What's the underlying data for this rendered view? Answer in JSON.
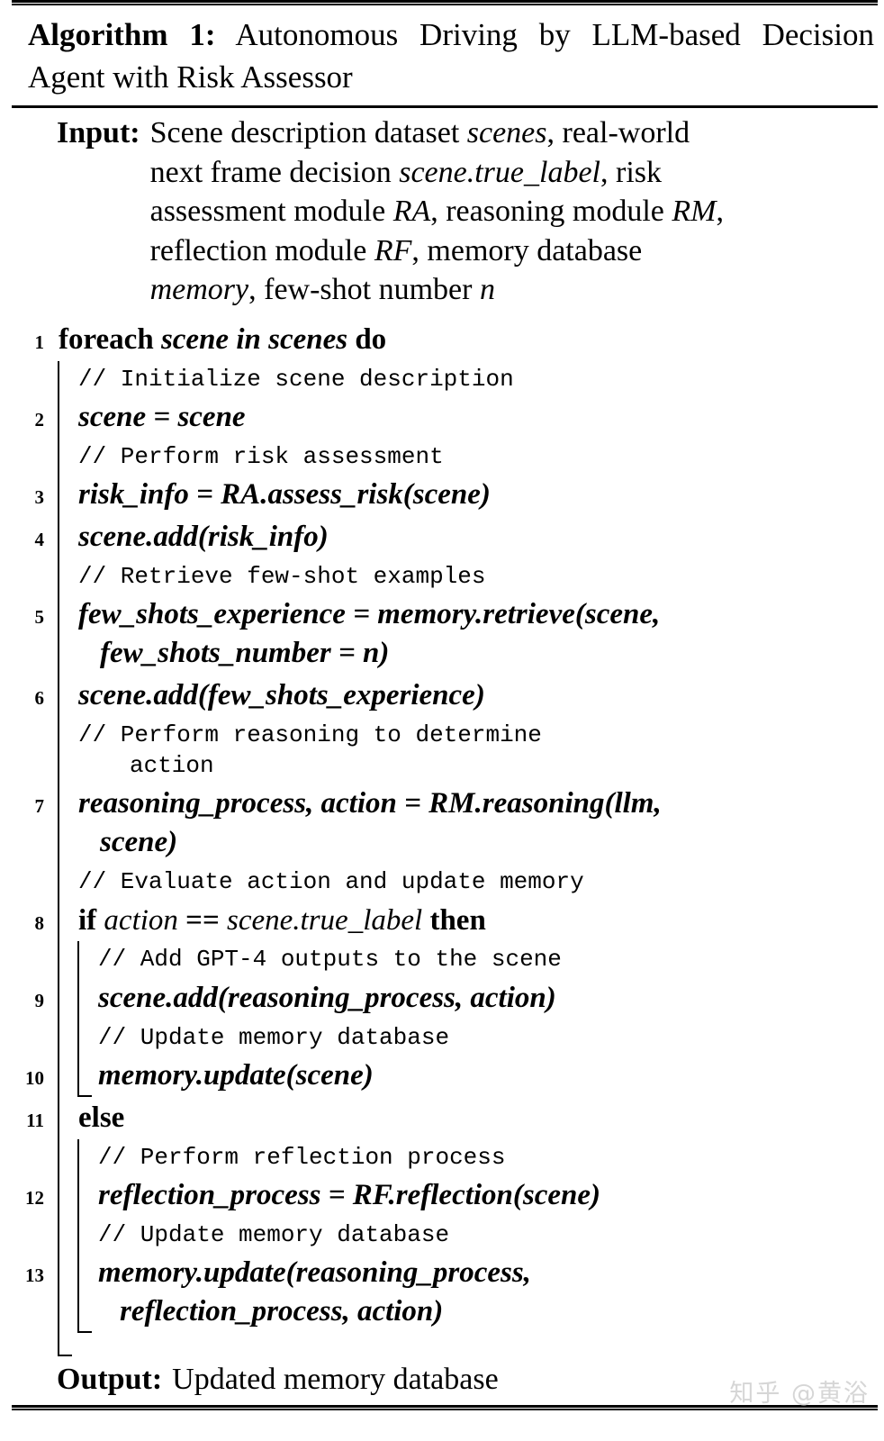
{
  "algorithm": {
    "caption_keyword": "Algorithm 1:",
    "caption_title": "Autonomous Driving by LLM-based Decision Agent with Risk Assessor",
    "input_label": "Input:",
    "input_lines": [
      "Scene description dataset scenes, real-world",
      "next frame decision scene.true_label, risk",
      "assessment module RA, reasoning module RM,",
      "reflection module RF, memory database",
      "memory, few-shot number n"
    ],
    "output_label": "Output:",
    "output_text": "Updated memory database",
    "steps": [
      {
        "no": "",
        "kind": "code",
        "indent": 0,
        "text": "foreach scene in scenes do",
        "keywords": [
          "foreach",
          "do"
        ]
      },
      {
        "no": "1",
        "kind": "code",
        "indent": 0,
        "text": "foreach scene in scenes do"
      },
      {
        "no": "",
        "kind": "comment",
        "indent": 1,
        "text": "// Initialize scene description"
      },
      {
        "no": "2",
        "kind": "code",
        "indent": 1,
        "text": "scene = scene"
      },
      {
        "no": "",
        "kind": "comment",
        "indent": 1,
        "text": "// Perform risk assessment"
      },
      {
        "no": "3",
        "kind": "code",
        "indent": 1,
        "text": "risk_info = RA.assess_risk(scene)"
      },
      {
        "no": "4",
        "kind": "code",
        "indent": 1,
        "text": "scene.add(risk_info)"
      },
      {
        "no": "",
        "kind": "comment",
        "indent": 1,
        "text": "// Retrieve few-shot examples"
      },
      {
        "no": "5",
        "kind": "code",
        "indent": 1,
        "text": "few_shots_experience = memory.retrieve(scene,",
        "cont": "few_shots_number = n)"
      },
      {
        "no": "6",
        "kind": "code",
        "indent": 1,
        "text": "scene.add(few_shots_experience)"
      },
      {
        "no": "",
        "kind": "comment",
        "indent": 1,
        "text": "// Perform reasoning to determine",
        "cont": "action"
      },
      {
        "no": "7",
        "kind": "code",
        "indent": 1,
        "text": "reasoning_process, action = RM.reasoning(llm,",
        "cont": "scene)"
      },
      {
        "no": "",
        "kind": "comment",
        "indent": 1,
        "text": "// Evaluate action and update memory"
      },
      {
        "no": "8",
        "kind": "code",
        "indent": 1,
        "text": "if action == scene.true_label then"
      },
      {
        "no": "",
        "kind": "comment",
        "indent": 2,
        "text": "// Add GPT-4 outputs to the scene"
      },
      {
        "no": "9",
        "kind": "code",
        "indent": 2,
        "text": "scene.add(reasoning_process, action)"
      },
      {
        "no": "",
        "kind": "comment",
        "indent": 2,
        "text": "// Update memory database"
      },
      {
        "no": "10",
        "kind": "code",
        "indent": 2,
        "text": "memory.update(scene)"
      },
      {
        "no": "11",
        "kind": "code",
        "indent": 1,
        "text": "else"
      },
      {
        "no": "",
        "kind": "comment",
        "indent": 2,
        "text": "// Perform reflection process"
      },
      {
        "no": "12",
        "kind": "code",
        "indent": 2,
        "text": "reflection_process = RF.reflection(scene)"
      },
      {
        "no": "",
        "kind": "comment",
        "indent": 2,
        "text": "// Update memory database"
      },
      {
        "no": "13",
        "kind": "code",
        "indent": 2,
        "text": "memory.update(reasoning_process,",
        "cont": "reflection_process, action)"
      }
    ]
  },
  "watermark": {
    "text": "知乎 @黄浴"
  }
}
